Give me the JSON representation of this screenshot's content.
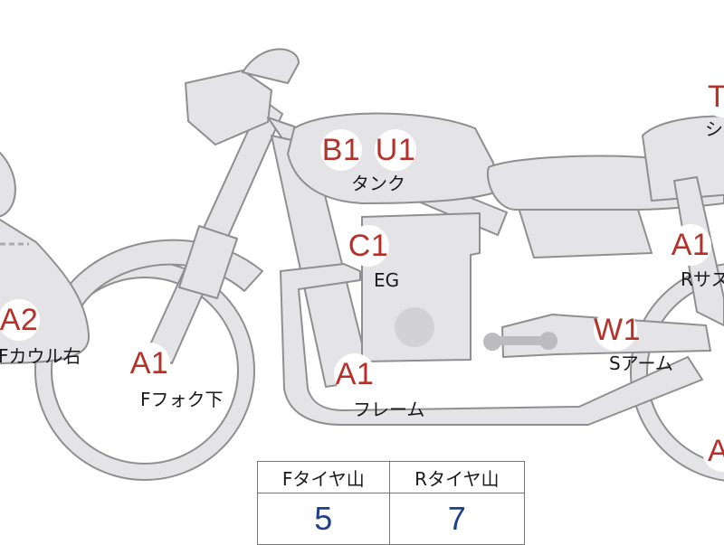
{
  "badges": {
    "tank_b1": "B1",
    "tank_u1": "U1",
    "engine_c1": "C1",
    "fork_a1": "A1",
    "frame_a1": "A1",
    "cowl_a2": "A2",
    "sarm_w1": "W1",
    "rsus_a1": "A1",
    "seat_t": "T",
    "rear_tire_a": "A"
  },
  "labels": {
    "tank": "タンク",
    "engine": "EG",
    "fork": "Fフォク下",
    "frame": "フレーム",
    "cowl": "Fカウル右",
    "swingarm": "Sアーム",
    "rear_suspension": "Rサス",
    "seat": "シ"
  },
  "tire_table": {
    "headers": [
      "Fタイヤ山",
      "Rタイヤ山"
    ],
    "values": [
      "5",
      "7"
    ]
  },
  "colors": {
    "part_fill": "#e4e4e6",
    "part_stroke": "#8f8f8f",
    "badge_text": "#b5312b",
    "value_text": "#1f3f8c"
  }
}
